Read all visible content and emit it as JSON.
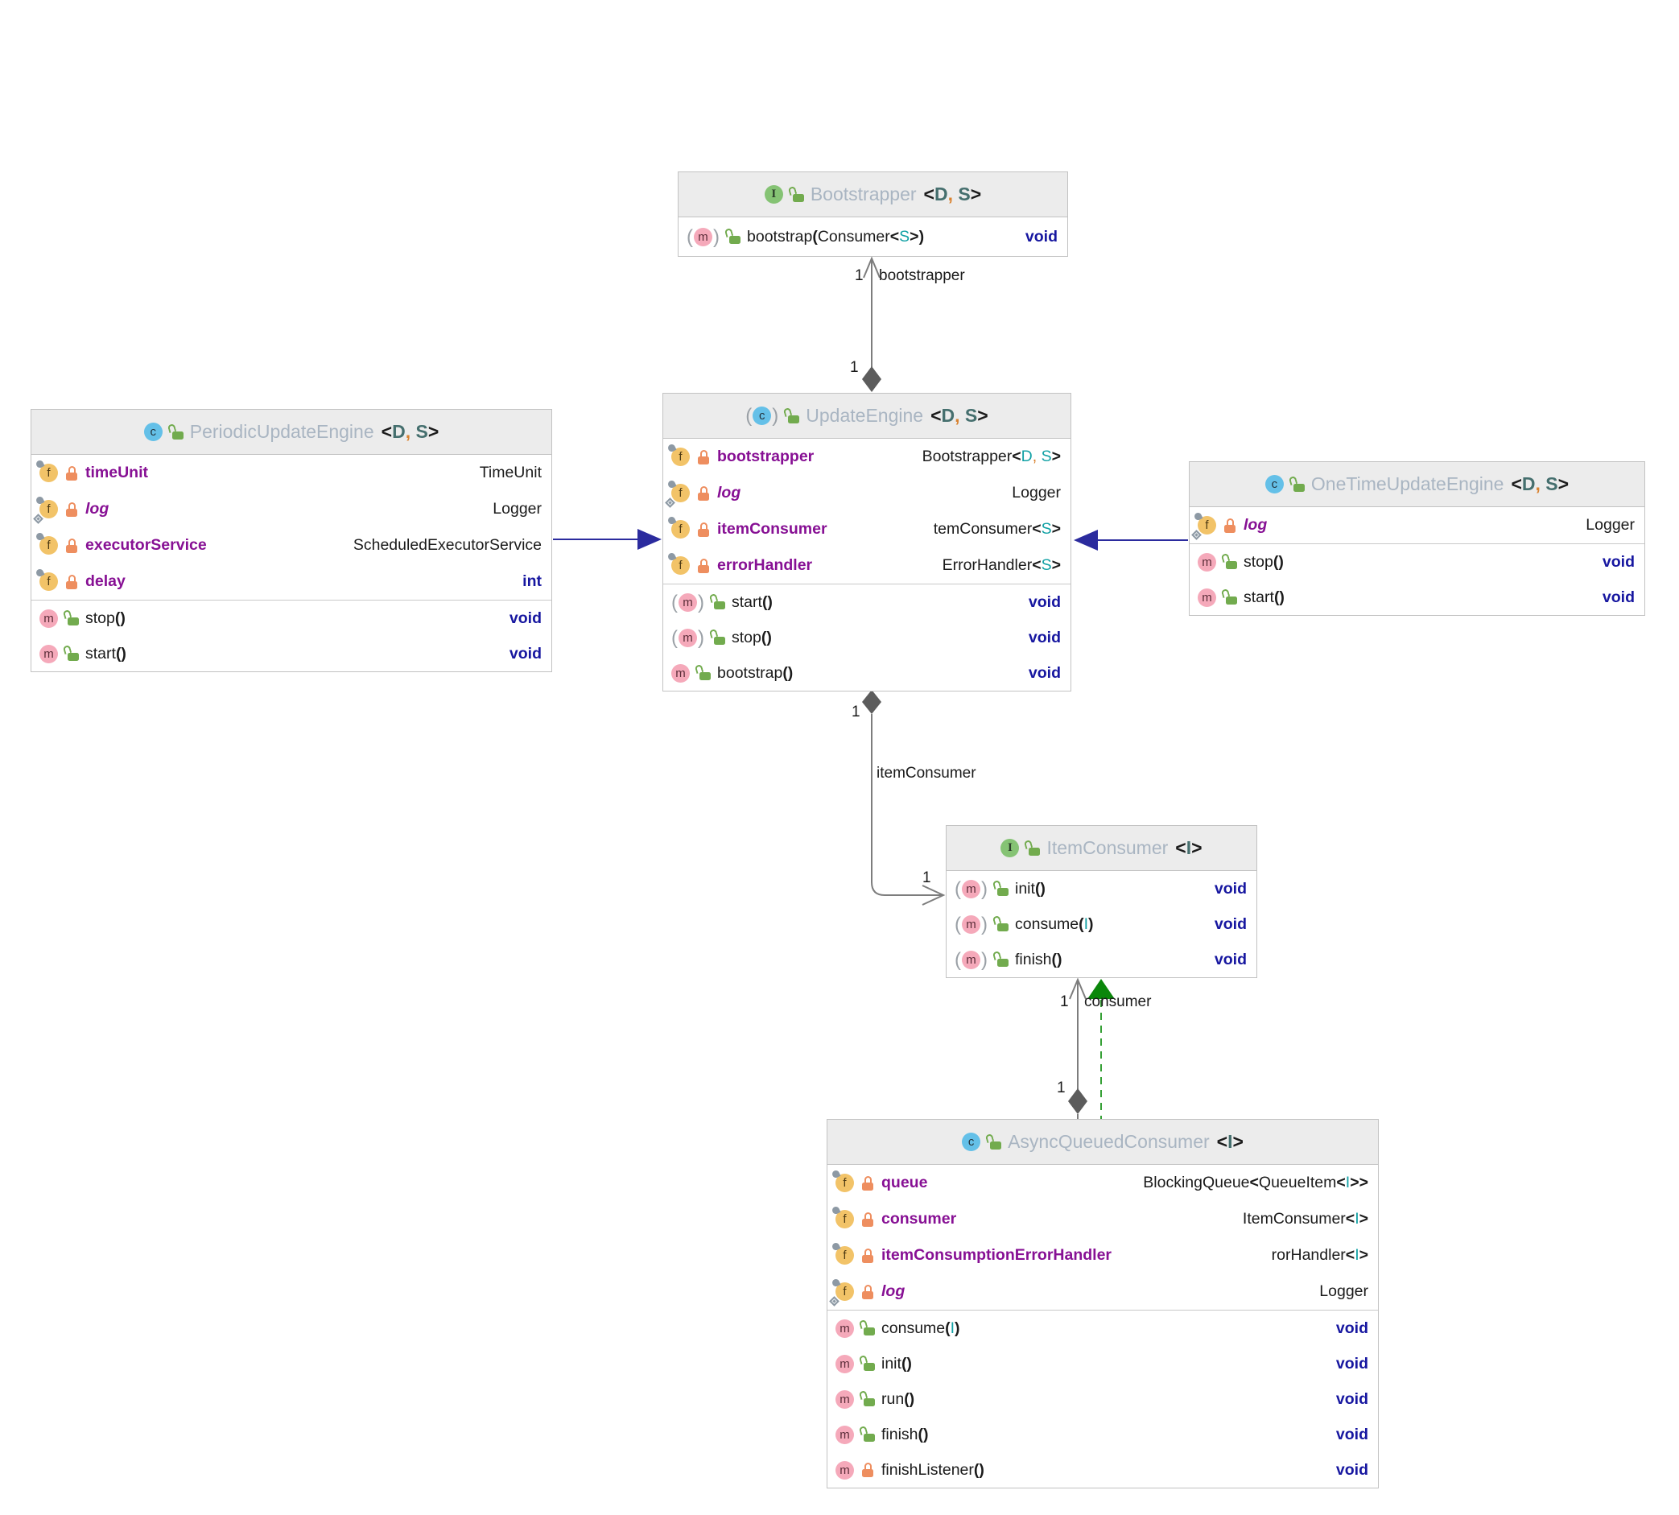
{
  "diagram_title": "UpdateEngine class diagram",
  "colors": {
    "header_bg": "#ececec",
    "title_text": "#a9b5c2",
    "field_name": "#871094",
    "keyword_navy": "#1717a0",
    "generic_teal": "#12a1a5",
    "header_generic": "#456f6e",
    "comma_orange": "#d9822f",
    "edge_gray": "#7d7d7d",
    "extends_navy": "#2b2b9e",
    "implements_green": "#35a035",
    "interface_icon": "#85c374",
    "class_icon": "#64c0e8",
    "field_icon": "#f2c368",
    "method_icon": "#f5a9ba",
    "public_lock": "#72ab4e",
    "private_lock": "#ee8e5f"
  },
  "classes": {
    "bootstrapper": {
      "kind": "interface",
      "abstract": false,
      "title": "Bootstrapper",
      "generics": [
        {
          "t": "<",
          "b": 1
        },
        {
          "t": "D",
          "c": "tg"
        },
        {
          "t": ",",
          "c": "o"
        },
        {
          "t": " S",
          "c": "tg"
        },
        {
          "t": ">",
          "b": 1
        }
      ],
      "fields": [],
      "methods": [
        {
          "abstract": true,
          "vis": "public",
          "segs": [
            {
              "t": "bootstrap"
            },
            {
              "t": "(",
              "b": 1
            },
            {
              "t": "Consumer"
            },
            {
              "t": "<",
              "b": 1
            },
            {
              "t": "S",
              "c": "g"
            },
            {
              "t": ">",
              "b": 1
            },
            {
              "t": ")",
              "b": 1
            }
          ],
          "ret": "void"
        }
      ]
    },
    "update_engine": {
      "kind": "class",
      "abstract": true,
      "title": "UpdateEngine",
      "generics": [
        {
          "t": "<",
          "b": 1
        },
        {
          "t": "D",
          "c": "tg"
        },
        {
          "t": ",",
          "c": "o"
        },
        {
          "t": " S",
          "c": "tg"
        },
        {
          "t": ">",
          "b": 1
        }
      ],
      "fields": [
        {
          "name": "bootstrapper",
          "vis": "private",
          "type": [
            {
              "t": "Bootstrapper"
            },
            {
              "t": "<",
              "b": 1
            },
            {
              "t": "D",
              "c": "g"
            },
            {
              "t": ",",
              "c": "o"
            },
            {
              "t": " S",
              "c": "g"
            },
            {
              "t": ">",
              "b": 1
            }
          ]
        },
        {
          "name": "log",
          "vis": "private",
          "static_final": true,
          "type": [
            {
              "t": "Logger"
            }
          ]
        },
        {
          "name": "itemConsumer",
          "vis": "private",
          "type": [
            {
              "t": "temConsumer"
            },
            {
              "t": "<",
              "b": 1
            },
            {
              "t": "S",
              "c": "g"
            },
            {
              "t": ">",
              "b": 1
            }
          ]
        },
        {
          "name": "errorHandler",
          "vis": "private",
          "type": [
            {
              "t": "ErrorHandler"
            },
            {
              "t": "<",
              "b": 1
            },
            {
              "t": "S",
              "c": "g"
            },
            {
              "t": ">",
              "b": 1
            }
          ]
        }
      ],
      "methods": [
        {
          "abstract": true,
          "vis": "public",
          "segs": [
            {
              "t": "start"
            },
            {
              "t": "()",
              "b": 1
            }
          ],
          "ret": "void"
        },
        {
          "abstract": true,
          "vis": "public",
          "segs": [
            {
              "t": "stop"
            },
            {
              "t": "()",
              "b": 1
            }
          ],
          "ret": "void"
        },
        {
          "abstract": false,
          "vis": "public",
          "segs": [
            {
              "t": "bootstrap"
            },
            {
              "t": "()",
              "b": 1
            }
          ],
          "ret": "void"
        }
      ]
    },
    "periodic": {
      "kind": "class",
      "abstract": false,
      "title": "PeriodicUpdateEngine",
      "generics": [
        {
          "t": "<",
          "b": 1
        },
        {
          "t": "D",
          "c": "tg"
        },
        {
          "t": ",",
          "c": "o"
        },
        {
          "t": " S",
          "c": "tg"
        },
        {
          "t": ">",
          "b": 1
        }
      ],
      "fields": [
        {
          "name": "timeUnit",
          "vis": "private",
          "type": [
            {
              "t": "TimeUnit"
            }
          ]
        },
        {
          "name": "log",
          "vis": "private",
          "static_final": true,
          "type": [
            {
              "t": "Logger"
            }
          ]
        },
        {
          "name": "executorService",
          "vis": "private",
          "type": [
            {
              "t": "ScheduledExecutorService"
            }
          ]
        },
        {
          "name": "delay",
          "vis": "private",
          "type": [
            {
              "t": "int",
              "c": "nv",
              "b": 1
            }
          ]
        }
      ],
      "methods": [
        {
          "abstract": false,
          "vis": "public",
          "segs": [
            {
              "t": "stop"
            },
            {
              "t": "()",
              "b": 1
            }
          ],
          "ret": "void"
        },
        {
          "abstract": false,
          "vis": "public",
          "segs": [
            {
              "t": "start"
            },
            {
              "t": "()",
              "b": 1
            }
          ],
          "ret": "void"
        }
      ]
    },
    "onetime": {
      "kind": "class",
      "abstract": false,
      "title": "OneTimeUpdateEngine",
      "generics": [
        {
          "t": "<",
          "b": 1
        },
        {
          "t": "D",
          "c": "tg"
        },
        {
          "t": ",",
          "c": "o"
        },
        {
          "t": " S",
          "c": "tg"
        },
        {
          "t": ">",
          "b": 1
        }
      ],
      "fields": [
        {
          "name": "log",
          "vis": "private",
          "static_final": true,
          "type": [
            {
              "t": "Logger"
            }
          ]
        }
      ],
      "methods": [
        {
          "abstract": false,
          "vis": "public",
          "segs": [
            {
              "t": "stop"
            },
            {
              "t": "()",
              "b": 1
            }
          ],
          "ret": "void"
        },
        {
          "abstract": false,
          "vis": "public",
          "segs": [
            {
              "t": "start"
            },
            {
              "t": "()",
              "b": 1
            }
          ],
          "ret": "void"
        }
      ]
    },
    "item_consumer": {
      "kind": "interface",
      "abstract": false,
      "title": "ItemConsumer",
      "generics": [
        {
          "t": "<",
          "b": 1
        },
        {
          "t": "I",
          "c": "tg"
        },
        {
          "t": ">",
          "b": 1
        }
      ],
      "fields": [],
      "methods": [
        {
          "abstract": true,
          "vis": "public",
          "segs": [
            {
              "t": "init"
            },
            {
              "t": "()",
              "b": 1
            }
          ],
          "ret": "void"
        },
        {
          "abstract": true,
          "vis": "public",
          "segs": [
            {
              "t": "consume"
            },
            {
              "t": "(",
              "b": 1
            },
            {
              "t": "I",
              "c": "g"
            },
            {
              "t": ")",
              "b": 1
            }
          ],
          "ret": "void"
        },
        {
          "abstract": true,
          "vis": "public",
          "segs": [
            {
              "t": "finish"
            },
            {
              "t": "()",
              "b": 1
            }
          ],
          "ret": "void"
        }
      ]
    },
    "async": {
      "kind": "class",
      "abstract": false,
      "title": "AsyncQueuedConsumer",
      "generics": [
        {
          "t": "<",
          "b": 1
        },
        {
          "t": "I",
          "c": "tg"
        },
        {
          "t": ">",
          "b": 1
        }
      ],
      "fields": [
        {
          "name": "queue",
          "vis": "private",
          "type": [
            {
              "t": "BlockingQueue"
            },
            {
              "t": "<",
              "b": 1
            },
            {
              "t": "QueueItem"
            },
            {
              "t": "<",
              "b": 1
            },
            {
              "t": "I",
              "c": "g"
            },
            {
              "t": ">>",
              "b": 1
            }
          ]
        },
        {
          "name": "consumer",
          "vis": "private",
          "type": [
            {
              "t": "ItemConsumer"
            },
            {
              "t": "<",
              "b": 1
            },
            {
              "t": "I",
              "c": "g"
            },
            {
              "t": ">",
              "b": 1
            }
          ]
        },
        {
          "name": "itemConsumptionErrorHandler",
          "vis": "private",
          "type": [
            {
              "t": "rorHandler"
            },
            {
              "t": "<",
              "b": 1
            },
            {
              "t": "I",
              "c": "g"
            },
            {
              "t": ">",
              "b": 1
            }
          ]
        },
        {
          "name": "log",
          "vis": "private",
          "static_final": true,
          "type": [
            {
              "t": "Logger"
            }
          ]
        }
      ],
      "methods": [
        {
          "abstract": false,
          "vis": "public",
          "segs": [
            {
              "t": "consume"
            },
            {
              "t": "(",
              "b": 1
            },
            {
              "t": "I",
              "c": "g"
            },
            {
              "t": ")",
              "b": 1
            }
          ],
          "ret": "void"
        },
        {
          "abstract": false,
          "vis": "public",
          "segs": [
            {
              "t": "init"
            },
            {
              "t": "()",
              "b": 1
            }
          ],
          "ret": "void"
        },
        {
          "abstract": false,
          "vis": "public",
          "segs": [
            {
              "t": "run"
            },
            {
              "t": "()",
              "b": 1
            }
          ],
          "ret": "void"
        },
        {
          "abstract": false,
          "vis": "public",
          "segs": [
            {
              "t": "finish"
            },
            {
              "t": "()",
              "b": 1
            }
          ],
          "ret": "void"
        },
        {
          "abstract": false,
          "vis": "private",
          "segs": [
            {
              "t": "finishListener"
            },
            {
              "t": "()",
              "b": 1
            }
          ],
          "ret": "void"
        }
      ]
    }
  },
  "edges": {
    "bootstrapper_agg": {
      "mult_top": "1",
      "role": "bootstrapper",
      "mult_bottom": "1"
    },
    "item_consumer_agg": {
      "mult_diamond": "1",
      "role": "itemConsumer",
      "mult_arrow": "1"
    },
    "consumer_agg": {
      "mult_top": "1",
      "role": "consumer",
      "mult_bottom": "1"
    }
  }
}
